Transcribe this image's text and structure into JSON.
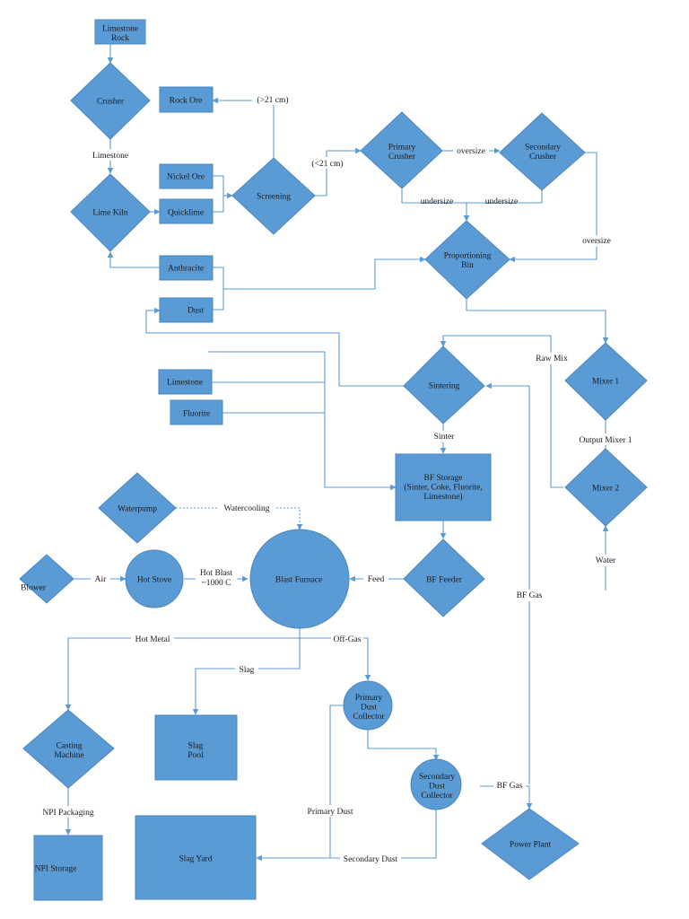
{
  "nodes": {
    "limestone_rock": "Limestone\nRock",
    "crusher": "Crusher",
    "rock_ore": "Rock Ore",
    "lime_kiln": "Lime Kiln",
    "nickel_ore": "Nickel Ore",
    "quicklime": "Quicklime",
    "screening": "Screening",
    "primary_crusher": "Primary\nCrusher",
    "secondary_crusher": "Secondary\nCrusher",
    "proportioning_bin": "Proportioning\nBin",
    "anthracite": "Anthracite",
    "dust": "Dust",
    "limestone": "Limestone",
    "fluorite": "Fluorite",
    "sintering": "Sintering",
    "mixer1": "Mixer 1",
    "mixer2": "Mixer 2",
    "bf_storage": "BF Storage\n(Sinter, Coke, Fluorite,\nLimestone)",
    "waterpump": "Waterpump",
    "blower": "Blower",
    "hot_stove": "Hot Stove",
    "blast_furnace": "Blast Furnace",
    "bf_feeder": "BF Feeder",
    "primary_dust": "Primary\nDust\nCollector",
    "secondary_dust": "Secondary\nDust\nCollector",
    "casting_machine": "Casting\nMachine",
    "slag_pool": "Slag\nPool",
    "slag_yard": "Slag Yard",
    "npi_storage": "NPI Storage",
    "power_plant": "Power Plant"
  },
  "edges": {
    "gt21": "(>21 cm)",
    "limestone": "Limestone",
    "lt21": "(<21 cm)",
    "oversize1": "oversize",
    "undersize1": "undersize",
    "undersize2": "undersize",
    "oversize2": "oversize",
    "raw_mix": "Raw Mix",
    "output_mixer1": "Output Mixer 1",
    "sinter": "Sinter",
    "watercooling": "Watercooling",
    "water": "Water",
    "air": "Air",
    "hot_blast": "Hot Blast\n~1000 C",
    "feed": "Feed",
    "bf_gas": "BF Gas",
    "hot_metal": "Hot Metal",
    "off_gas": "Off-Gas",
    "slag": "Slag",
    "bf_gas2": "BF Gas",
    "primary_dust": "Primary Dust",
    "secondary_dust": "Secondary Dust",
    "npi_packaging": "NPI Packaging"
  }
}
